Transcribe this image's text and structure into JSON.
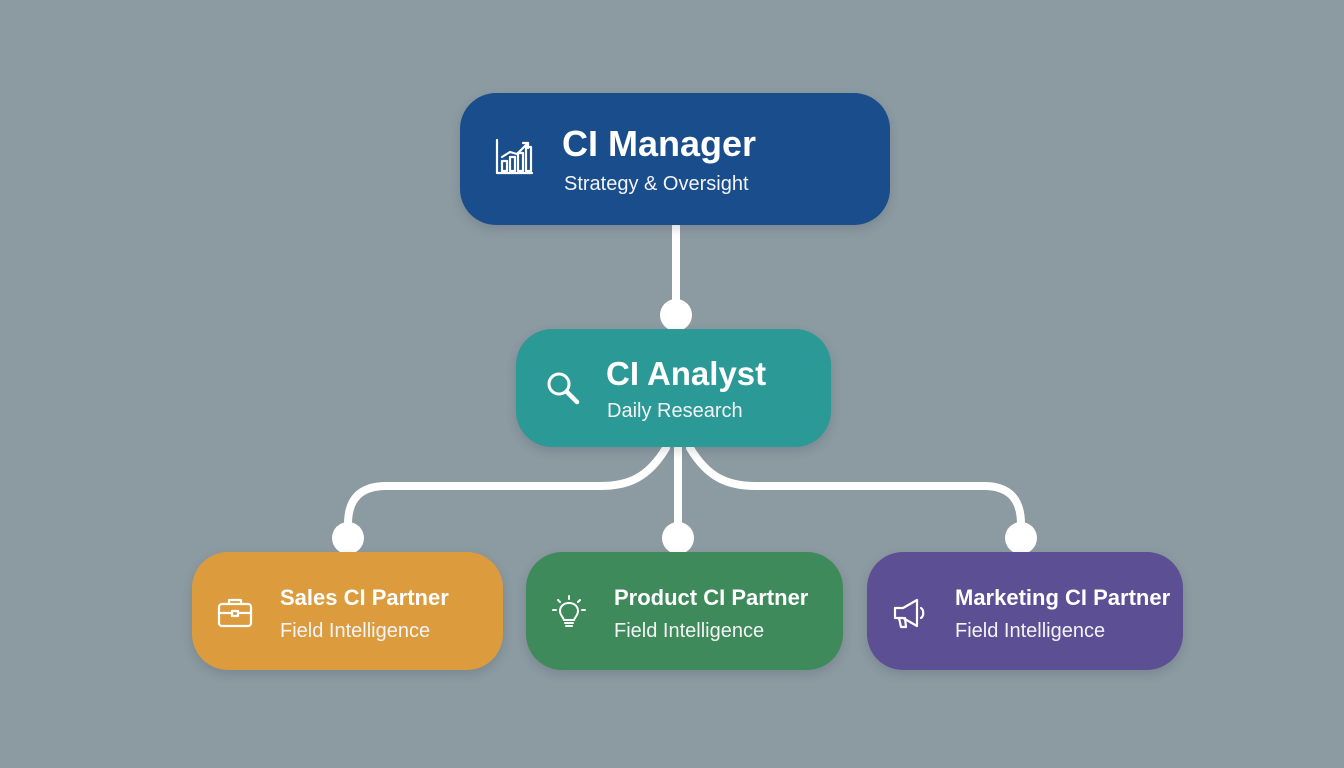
{
  "diagram": {
    "colors": {
      "background": "#8c9aa2",
      "connector": "#ffffff",
      "manager": "#1a4d8c",
      "analyst": "#2b9995",
      "sales": "#dc9c3e",
      "product": "#3f8a5a",
      "marketing": "#5d4f94"
    },
    "manager": {
      "title": "CI Manager",
      "subtitle": "Strategy & Oversight",
      "icon": "bar-chart-icon"
    },
    "analyst": {
      "title": "CI Analyst",
      "subtitle": "Daily Research",
      "icon": "magnifier-icon"
    },
    "partners": [
      {
        "title": "Sales CI Partner",
        "subtitle": "Field Intelligence",
        "icon": "briefcase-icon"
      },
      {
        "title": "Product CI Partner",
        "subtitle": "Field Intelligence",
        "icon": "lightbulb-icon"
      },
      {
        "title": "Marketing CI Partner",
        "subtitle": "Field Intelligence",
        "icon": "megaphone-icon"
      }
    ],
    "edges": [
      {
        "from": "CI Manager",
        "to": "CI Analyst"
      },
      {
        "from": "CI Analyst",
        "to": "Sales CI Partner"
      },
      {
        "from": "CI Analyst",
        "to": "Product CI Partner"
      },
      {
        "from": "CI Analyst",
        "to": "Marketing CI Partner"
      }
    ]
  }
}
